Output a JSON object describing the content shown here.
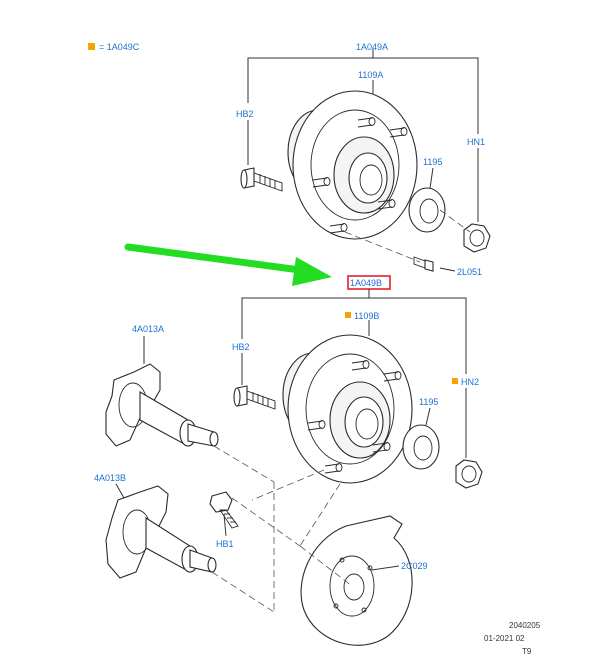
{
  "legend": {
    "marker_color": "#f7a400",
    "text": "= 1A049C"
  },
  "labels": {
    "a1a049a": "1A049A",
    "a1109a": "1109A",
    "hb2_top": "HB2",
    "hn1": "HN1",
    "a1195_top": "1195",
    "a2l051": "2L051",
    "a1a049b": "1A049B",
    "a1109b": "1109B",
    "hb2_bot": "HB2",
    "hn2": "HN2",
    "a1195_bot": "1195",
    "a4a013a": "4A013A",
    "a4a013b": "4A013B",
    "hb1": "HB1",
    "a2c029": "2C029"
  },
  "footer": {
    "line1": "2040205",
    "line2": "01-2021 02",
    "line3": "T9"
  },
  "colors": {
    "label": "#1f6fd1",
    "arrow": "#22dd22",
    "highlight_box": "#e8202a",
    "marker": "#f7a400"
  }
}
